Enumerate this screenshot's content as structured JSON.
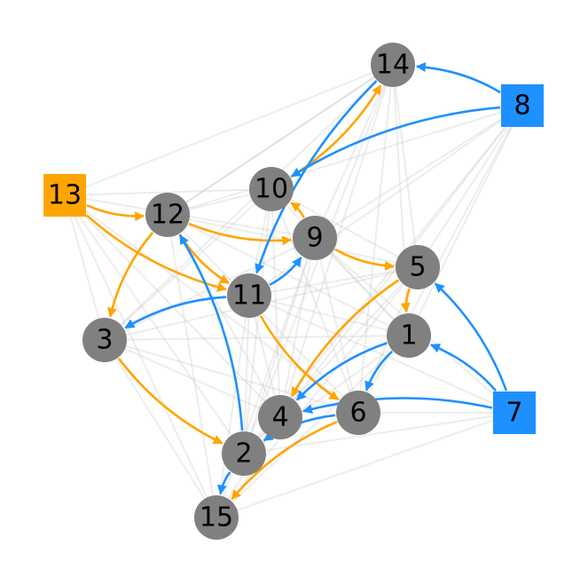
{
  "graph": {
    "colors": {
      "node_default": "#808080",
      "orange": "#FFA500",
      "blue": "#1E90FF",
      "background_edge": "#cccccc"
    },
    "nodes": [
      {
        "id": "1",
        "label": "1",
        "shape": "circle",
        "color": "node_default"
      },
      {
        "id": "2",
        "label": "2",
        "shape": "circle",
        "color": "node_default"
      },
      {
        "id": "3",
        "label": "3",
        "shape": "circle",
        "color": "node_default"
      },
      {
        "id": "4",
        "label": "4",
        "shape": "circle",
        "color": "node_default"
      },
      {
        "id": "5",
        "label": "5",
        "shape": "circle",
        "color": "node_default"
      },
      {
        "id": "6",
        "label": "6",
        "shape": "circle",
        "color": "node_default"
      },
      {
        "id": "7",
        "label": "7",
        "shape": "square",
        "color": "blue"
      },
      {
        "id": "8",
        "label": "8",
        "shape": "square",
        "color": "blue"
      },
      {
        "id": "9",
        "label": "9",
        "shape": "circle",
        "color": "node_default"
      },
      {
        "id": "10",
        "label": "10",
        "shape": "circle",
        "color": "node_default"
      },
      {
        "id": "11",
        "label": "11",
        "shape": "circle",
        "color": "node_default"
      },
      {
        "id": "12",
        "label": "12",
        "shape": "circle",
        "color": "node_default"
      },
      {
        "id": "13",
        "label": "13",
        "shape": "square",
        "color": "orange"
      },
      {
        "id": "14",
        "label": "14",
        "shape": "circle",
        "color": "node_default"
      },
      {
        "id": "15",
        "label": "15",
        "shape": "circle",
        "color": "node_default"
      }
    ],
    "highlighted_edges": [
      {
        "from": "13",
        "to": "12",
        "color": "orange"
      },
      {
        "from": "13",
        "to": "11",
        "color": "orange"
      },
      {
        "from": "12",
        "to": "9",
        "color": "orange"
      },
      {
        "from": "12",
        "to": "11",
        "color": "orange"
      },
      {
        "from": "12",
        "to": "3",
        "color": "orange"
      },
      {
        "from": "10",
        "to": "14",
        "color": "orange"
      },
      {
        "from": "9",
        "to": "10",
        "color": "orange"
      },
      {
        "from": "9",
        "to": "5",
        "color": "orange"
      },
      {
        "from": "5",
        "to": "1",
        "color": "orange"
      },
      {
        "from": "5",
        "to": "4",
        "color": "orange"
      },
      {
        "from": "11",
        "to": "6",
        "color": "orange"
      },
      {
        "from": "3",
        "to": "2",
        "color": "orange"
      },
      {
        "from": "6",
        "to": "15",
        "color": "orange"
      },
      {
        "from": "8",
        "to": "14",
        "color": "blue"
      },
      {
        "from": "8",
        "to": "10",
        "color": "blue"
      },
      {
        "from": "14",
        "to": "11",
        "color": "blue"
      },
      {
        "from": "11",
        "to": "9",
        "color": "blue"
      },
      {
        "from": "11",
        "to": "3",
        "color": "blue"
      },
      {
        "from": "7",
        "to": "5",
        "color": "blue"
      },
      {
        "from": "7",
        "to": "1",
        "color": "blue"
      },
      {
        "from": "7",
        "to": "4",
        "color": "blue"
      },
      {
        "from": "1",
        "to": "6",
        "color": "blue"
      },
      {
        "from": "1",
        "to": "4",
        "color": "blue"
      },
      {
        "from": "2",
        "to": "12",
        "color": "blue"
      },
      {
        "from": "2",
        "to": "15",
        "color": "blue"
      },
      {
        "from": "6",
        "to": "2",
        "color": "blue"
      }
    ],
    "background_edges": [
      [
        "13",
        "10"
      ],
      [
        "13",
        "9"
      ],
      [
        "13",
        "3"
      ],
      [
        "13",
        "15"
      ],
      [
        "13",
        "2"
      ],
      [
        "13",
        "4"
      ],
      [
        "13",
        "14"
      ],
      [
        "13",
        "6"
      ],
      [
        "12",
        "10"
      ],
      [
        "12",
        "14"
      ],
      [
        "12",
        "5"
      ],
      [
        "12",
        "1"
      ],
      [
        "12",
        "6"
      ],
      [
        "12",
        "4"
      ],
      [
        "12",
        "15"
      ],
      [
        "14",
        "9"
      ],
      [
        "14",
        "5"
      ],
      [
        "14",
        "1"
      ],
      [
        "14",
        "6"
      ],
      [
        "14",
        "4"
      ],
      [
        "14",
        "2"
      ],
      [
        "14",
        "3"
      ],
      [
        "14",
        "12"
      ],
      [
        "8",
        "9"
      ],
      [
        "8",
        "5"
      ],
      [
        "8",
        "1"
      ],
      [
        "8",
        "6"
      ],
      [
        "8",
        "4"
      ],
      [
        "8",
        "11"
      ],
      [
        "8",
        "2"
      ],
      [
        "8",
        "12"
      ],
      [
        "10",
        "11"
      ],
      [
        "10",
        "5"
      ],
      [
        "10",
        "1"
      ],
      [
        "10",
        "4"
      ],
      [
        "10",
        "2"
      ],
      [
        "10",
        "6"
      ],
      [
        "10",
        "3"
      ],
      [
        "9",
        "1"
      ],
      [
        "9",
        "6"
      ],
      [
        "9",
        "4"
      ],
      [
        "9",
        "2"
      ],
      [
        "9",
        "15"
      ],
      [
        "9",
        "3"
      ],
      [
        "11",
        "1"
      ],
      [
        "11",
        "5"
      ],
      [
        "11",
        "4"
      ],
      [
        "11",
        "2"
      ],
      [
        "11",
        "15"
      ],
      [
        "3",
        "4"
      ],
      [
        "3",
        "15"
      ],
      [
        "3",
        "6"
      ],
      [
        "3",
        "1"
      ],
      [
        "3",
        "5"
      ],
      [
        "5",
        "6"
      ],
      [
        "5",
        "2"
      ],
      [
        "5",
        "15"
      ],
      [
        "1",
        "2"
      ],
      [
        "1",
        "15"
      ],
      [
        "7",
        "6"
      ],
      [
        "7",
        "2"
      ],
      [
        "7",
        "15"
      ],
      [
        "7",
        "9"
      ],
      [
        "7",
        "11"
      ],
      [
        "4",
        "15"
      ],
      [
        "2",
        "4"
      ]
    ]
  }
}
